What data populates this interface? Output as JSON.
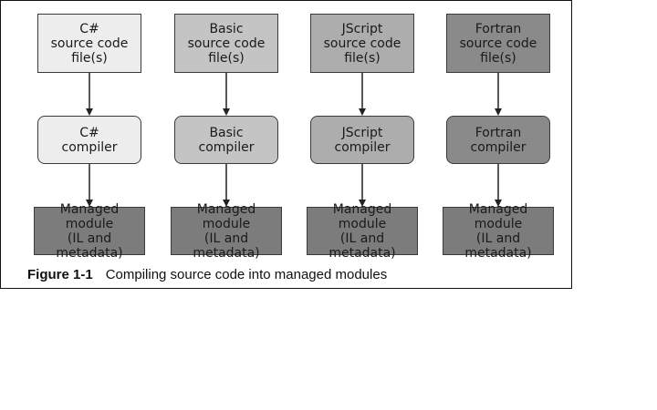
{
  "columns": [
    {
      "source": "C#\nsource code\nfile(s)",
      "compiler": "C#\ncompiler",
      "module": "Managed module\n(IL and metadata)",
      "source_fill": "#ededed",
      "compiler_fill": "#ededed"
    },
    {
      "source": "Basic\nsource code\nfile(s)",
      "compiler": "Basic\ncompiler",
      "module": "Managed module\n(IL and metadata)",
      "source_fill": "#c4c4c4",
      "compiler_fill": "#c4c4c4"
    },
    {
      "source": "JScript\nsource code\nfile(s)",
      "compiler": "JScript\ncompiler",
      "module": "Managed module\n(IL and metadata)",
      "source_fill": "#adadad",
      "compiler_fill": "#adadad"
    },
    {
      "source": "Fortran\nsource code\nfile(s)",
      "compiler": "Fortran\ncompiler",
      "module": "Managed module\n(IL and metadata)",
      "source_fill": "#8a8a8a",
      "compiler_fill": "#8a8a8a"
    }
  ],
  "module_fill": "#7c7c7c",
  "caption": {
    "label": "Figure 1-1",
    "text": "Compiling source code into managed modules"
  }
}
